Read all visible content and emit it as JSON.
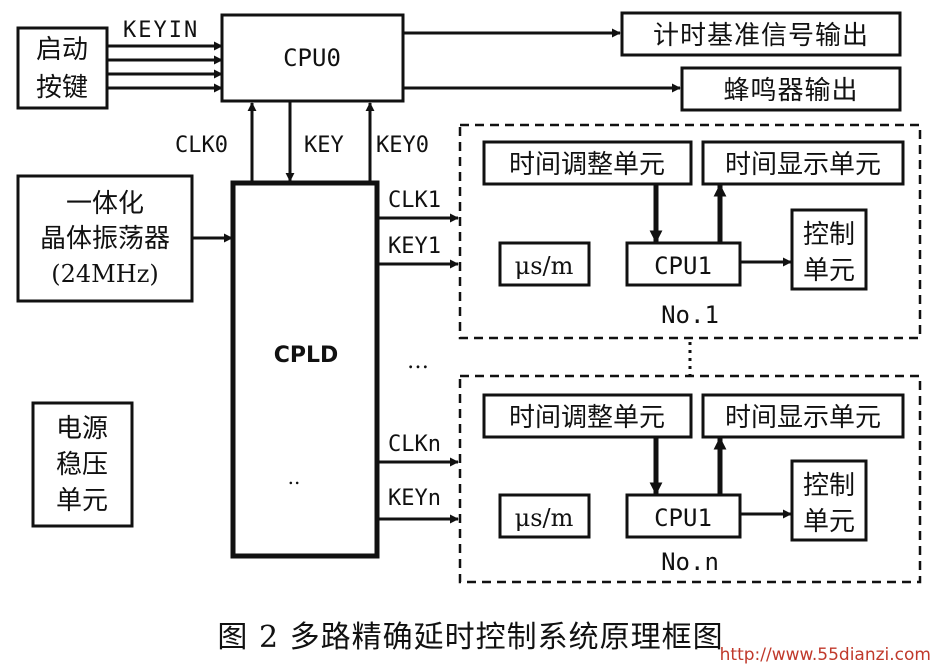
{
  "diagram": {
    "start_button": [
      "启动",
      "按键"
    ],
    "keyin_label": "KEYIN",
    "cpu0_label": "CPU0",
    "timing_output": "计时基准信号输出",
    "buzzer_output": "蜂鸣器输出",
    "clk0_label": "CLK0",
    "key_label": "KEY",
    "key0_label": "KEY0",
    "oscillator": [
      "一体化",
      "晶体振荡器",
      "(24MHz)"
    ],
    "cpld_label": "CPLD",
    "power": [
      "电源",
      "稳压",
      "单元"
    ],
    "ellipsis": "…",
    "cpld_dots": "..",
    "modules": [
      {
        "clk_label": "CLK1",
        "key_label": "KEY1",
        "time_adjust": "时间调整单元",
        "time_display": "时间显示单元",
        "unit_label": "μs/m",
        "cpu_label": "CPU1",
        "control": [
          "控制",
          "单元"
        ],
        "number_label": "No.1"
      },
      {
        "clk_label": "CLKn",
        "key_label": "KEYn",
        "time_adjust": "时间调整单元",
        "time_display": "时间显示单元",
        "unit_label": "μs/m",
        "cpu_label": "CPU1",
        "control": [
          "控制",
          "单元"
        ],
        "number_label": "No.n"
      }
    ],
    "colors": {
      "ink": "#111111",
      "background": "#ffffff",
      "watermark": "#c0392b"
    }
  },
  "caption": "图 2  多路精确延时控制系统原理框图",
  "watermark": "http://www.55dianzi.com"
}
